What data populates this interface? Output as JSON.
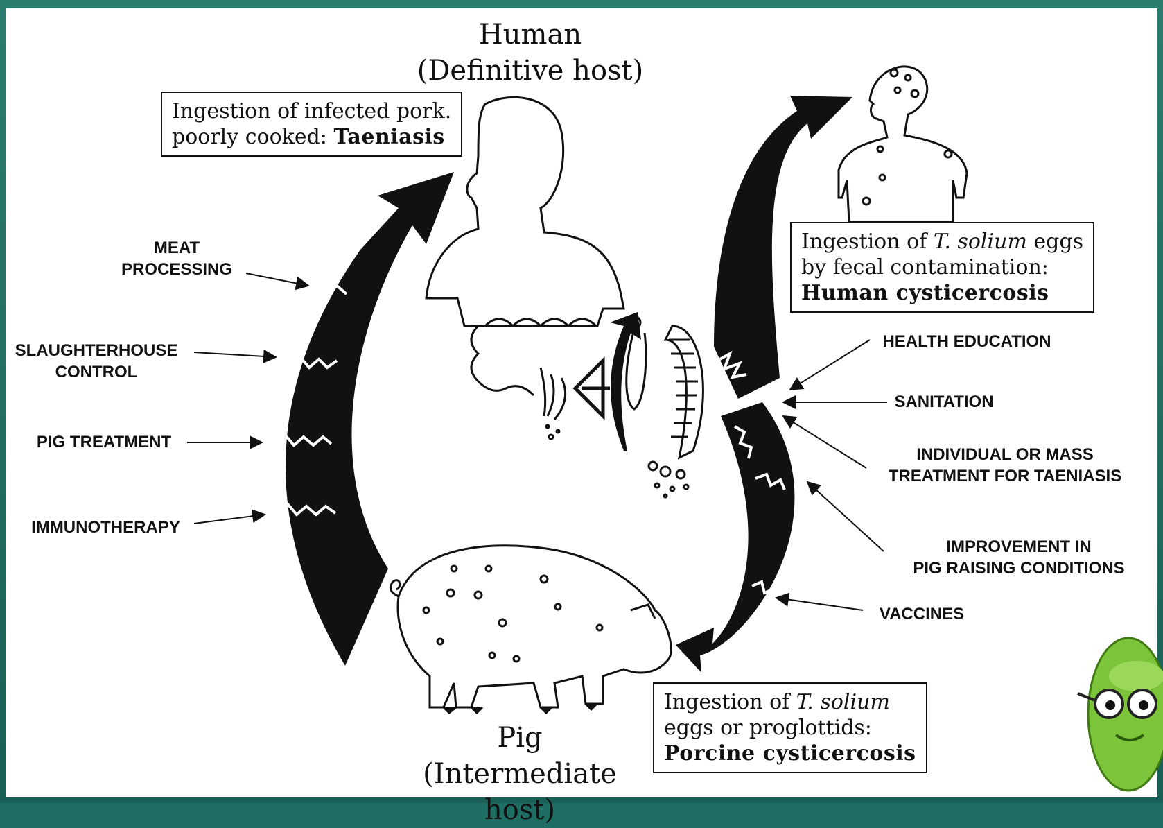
{
  "human_title": {
    "line1": "Human",
    "line2": "(Definitive host)"
  },
  "pig_title": {
    "line1": "Pig",
    "line2": "(Intermediate host)"
  },
  "box_taeniasis": {
    "line1": "Ingestion of infected pork.",
    "line2_prefix": "poorly cooked: ",
    "line2_bold": "Taeniasis"
  },
  "box_human_cysticercosis": {
    "line1_prefix": "Ingestion of ",
    "line1_italic": "T. solium",
    "line1_suffix": " eggs",
    "line2": "by fecal contamination:",
    "line3_bold": "Human cysticercosis"
  },
  "box_porcine_cysticercosis": {
    "line1_prefix": "Ingestion of ",
    "line1_italic": "T. solium",
    "line2": "eggs or proglottids:",
    "line3_bold": "Porcine cysticercosis"
  },
  "left_controls": [
    {
      "lines": [
        "MEAT",
        "PROCESSING"
      ]
    },
    {
      "lines": [
        "SLAUGHTERHOUSE",
        "CONTROL"
      ]
    },
    {
      "lines": [
        "PIG TREATMENT"
      ]
    },
    {
      "lines": [
        "IMMUNOTHERAPY"
      ]
    }
  ],
  "right_controls": [
    {
      "lines": [
        "HEALTH EDUCATION"
      ]
    },
    {
      "lines": [
        "SANITATION"
      ]
    },
    {
      "lines": [
        "INDIVIDUAL OR MASS",
        "TREATMENT FOR TAENIASIS"
      ]
    },
    {
      "lines": [
        "IMPROVEMENT IN",
        "PIG RAISING CONDITIONS"
      ]
    },
    {
      "lines": [
        "VACCINES"
      ]
    }
  ],
  "colors": {
    "frame": "#1f6e63",
    "ink": "#111111",
    "mascot": "#7cc43a"
  },
  "icons": [
    "human-figure",
    "brain-cyst-figure",
    "intestine",
    "tapeworm",
    "pig",
    "mascot-worm"
  ]
}
